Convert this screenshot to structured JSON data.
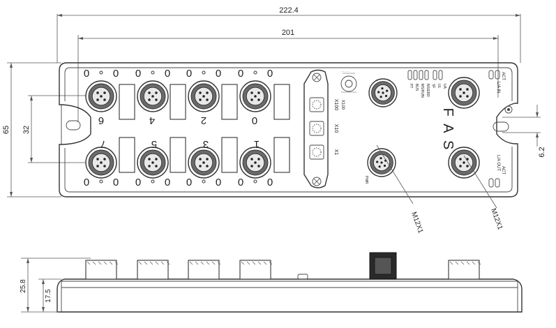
{
  "dimensions": {
    "overall_width": "222.4",
    "mount_spacing": "201",
    "overall_height": "65",
    "row_spacing": "32",
    "hole_offset": "6.2",
    "side_total_height": "25.8",
    "side_body_height": "17.5"
  },
  "connector_numbers": {
    "top": [
      "6",
      "4",
      "2",
      "0"
    ],
    "bottom": [
      "7",
      "5",
      "3",
      "1"
    ]
  },
  "led_glyph": "0",
  "switch_labels": [
    "X100",
    "X10",
    "X1"
  ],
  "dial_label": "X100",
  "status_labels": {
    "left": [
      "PT",
      "UL",
      "UA"
    ],
    "right": [
      "BUS",
      "MS/RUN",
      "NS/ERR",
      "SF"
    ]
  },
  "port_labels": {
    "port1": [
      "ACT",
      "L/A IN"
    ],
    "port2": [
      "ACT",
      "L/A OUT"
    ],
    "pwr": "PWR"
  },
  "leader_labels": [
    "M12X1",
    "M12X1"
  ],
  "brand": "F A S"
}
